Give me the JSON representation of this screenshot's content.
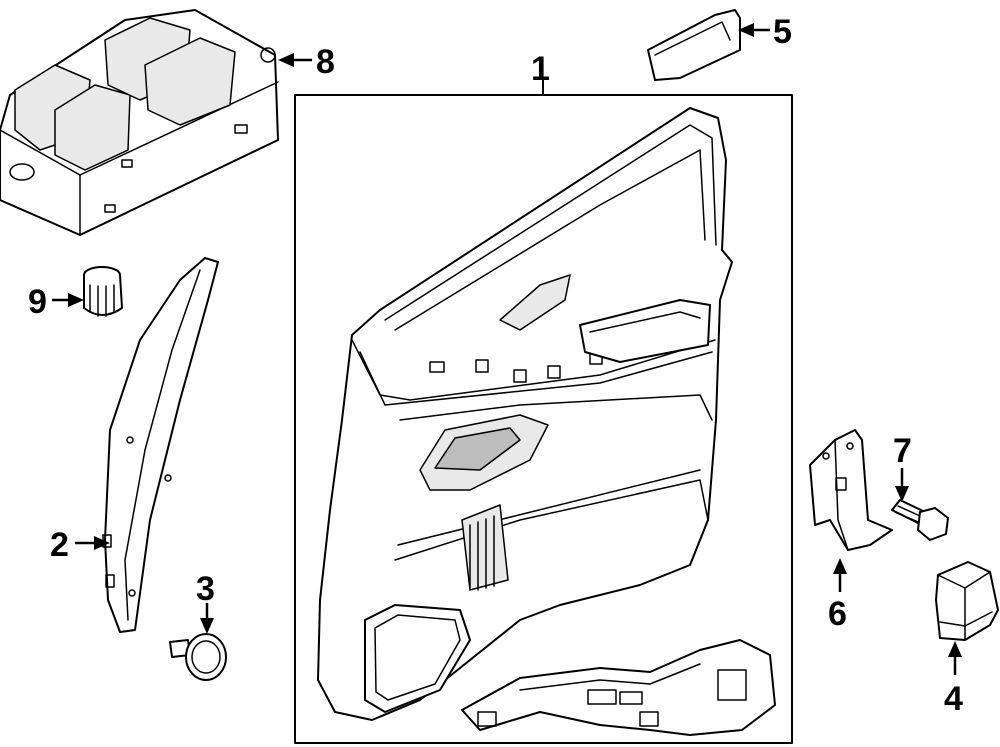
{
  "callouts": [
    {
      "id": "callout-1",
      "number": "1"
    },
    {
      "id": "callout-2",
      "number": "2"
    },
    {
      "id": "callout-3",
      "number": "3"
    },
    {
      "id": "callout-4",
      "number": "4"
    },
    {
      "id": "callout-5",
      "number": "5"
    },
    {
      "id": "callout-6",
      "number": "6"
    },
    {
      "id": "callout-7",
      "number": "7"
    },
    {
      "id": "callout-8",
      "number": "8"
    },
    {
      "id": "callout-9",
      "number": "9"
    }
  ]
}
